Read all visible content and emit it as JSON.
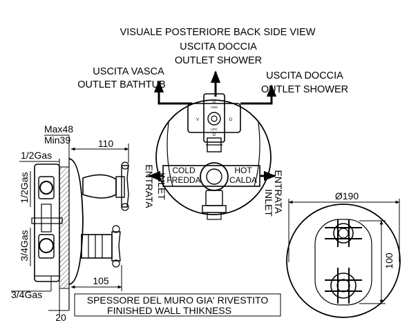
{
  "labels": {
    "view_title": "VISUALE POSTERIORE  BACK SIDE VIEW",
    "outlet_shower_top_it": "USCITA DOCCIA",
    "outlet_shower_top_en": "OUTLET SHOWER",
    "outlet_bath_it": "USCITA VASCA",
    "outlet_bath_en": "OUTLET BATHTUB",
    "outlet_shower_right_it": "USCITA DOCCIA",
    "outlet_shower_right_en": "OUTLET SHOWER",
    "inlet_left_it": "ENTRATA",
    "inlet_left_en": "INLET",
    "inlet_right_it": "ENTRATA",
    "inlet_right_en": "INLET",
    "cold_en": "COLD",
    "cold_it": "FREDDA",
    "hot_en": "HOT",
    "hot_it": "CALDA",
    "wall_it": "SPESSORE DEL MURO GIA' RIVESTITO",
    "wall_en": "FINISHED WALL THIKNESS",
    "knob_d_top": "D",
    "knob_d_right": "D",
    "knob_v": "V",
    "knob_d_bottom": "D",
    "knob_small_top": "ONS",
    "knob_small_bottom": "UPC"
  },
  "dimensions": {
    "max_depth": "Max48",
    "min_depth": "Min39",
    "width_top": "110",
    "width_bottom": "105",
    "gas_top": "1/2Gas",
    "gas_left_upper": "1/2Gas",
    "gas_left_lower": "3/4Gas",
    "gas_bottom": "3/4Gas",
    "plate_offset": "20",
    "diameter": "Ø190",
    "height": "100"
  }
}
